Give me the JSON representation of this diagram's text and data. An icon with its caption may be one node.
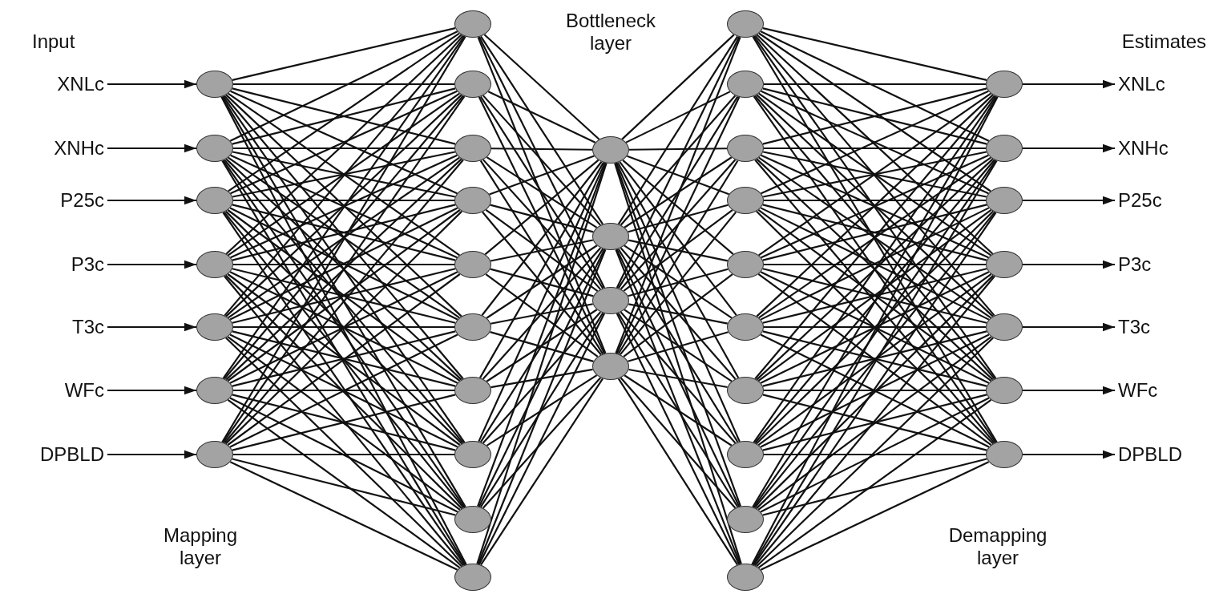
{
  "diagram": {
    "nodes": [
      {
        "text": [
          "XNLc"
        ]
      },
      {
        "text": [
          "XNHc"
        ]
      },
      {
        "text": [
          "P25c"
        ]
      },
      {
        "text": [
          "P3c"
        ]
      },
      {
        "text": [
          "T3c"
        ]
      },
      {
        "text": [
          "WFc"
        ]
      },
      {
        "text": [
          "DPBLD"
        ]
      },
      {
        "text": [],
        "shape": "circle"
      },
      {
        "text": [],
        "shape": "circle"
      },
      {
        "text": [],
        "shape": "circle"
      },
      {
        "text": [],
        "shape": "circle"
      },
      {
        "text": [],
        "shape": "circle"
      },
      {
        "text": [],
        "shape": "circle"
      },
      {
        "text": [],
        "shape": "circle"
      },
      {
        "text": [],
        "shape": "circle"
      },
      {
        "text": [],
        "shape": "circle"
      },
      {
        "text": [],
        "shape": "circle"
      },
      {
        "text": [],
        "shape": "circle"
      },
      {
        "text": [],
        "shape": "circle"
      },
      {
        "text": [],
        "shape": "circle"
      },
      {
        "text": [],
        "shape": "circle"
      },
      {
        "text": [],
        "shape": "circle"
      },
      {
        "text": [],
        "shape": "circle"
      },
      {
        "text": [],
        "shape": "circle"
      },
      {
        "text": [],
        "shape": "circle"
      },
      {
        "text": [],
        "shape": "circle"
      },
      {
        "text": [],
        "shape": "circle"
      },
      {
        "text": [],
        "shape": "circle"
      },
      {
        "text": [],
        "shape": "circle"
      },
      {
        "text": [],
        "shape": "circle"
      },
      {
        "text": [],
        "shape": "circle"
      },
      {
        "text": [],
        "shape": "circle"
      },
      {
        "text": [],
        "shape": "circle"
      },
      {
        "text": [],
        "shape": "circle"
      },
      {
        "text": [],
        "shape": "circle"
      },
      {
        "text": [],
        "shape": "circle"
      },
      {
        "text": [],
        "shape": "circle"
      },
      {
        "text": [],
        "shape": "circle"
      },
      {
        "text": [],
        "shape": "circle"
      },
      {
        "text": [],
        "shape": "circle"
      },
      {
        "text": [],
        "shape": "circle"
      },
      {
        "text": [],
        "shape": "circle"
      },
      {
        "text": [],
        "shape": "circle"
      },
      {
        "text": [],
        "shape": "circle"
      },
      {
        "text": [],
        "shape": "circle"
      },
      {
        "text": [
          "XNLc"
        ]
      },
      {
        "text": [
          "XNHc"
        ]
      },
      {
        "text": [
          "P25c"
        ]
      },
      {
        "text": [
          "P3c"
        ]
      },
      {
        "text": [
          "T3c"
        ]
      },
      {
        "text": [
          "WFc"
        ]
      },
      {
        "text": [
          "DPBLD"
        ]
      }
    ],
    "edges": [
      {
        "from": 0,
        "to": 7,
        "arrow": "to"
      },
      {
        "from": 1,
        "to": 8,
        "arrow": "to"
      },
      {
        "from": 2,
        "to": 9,
        "arrow": "to"
      },
      {
        "from": 3,
        "to": 10,
        "arrow": "to"
      },
      {
        "from": 4,
        "to": 11,
        "arrow": "to"
      },
      {
        "from": 5,
        "to": 12,
        "arrow": "to"
      },
      {
        "from": 6,
        "to": 13,
        "arrow": "to"
      },
      {
        "from": 7,
        "to": 14,
        "arrow": "none"
      },
      {
        "from": 7,
        "to": 15,
        "arrow": "none"
      },
      {
        "from": 7,
        "to": 16,
        "arrow": "none"
      },
      {
        "from": 7,
        "to": 17,
        "arrow": "none"
      },
      {
        "from": 7,
        "to": 18,
        "arrow": "none"
      },
      {
        "from": 7,
        "to": 19,
        "arrow": "none"
      },
      {
        "from": 7,
        "to": 20,
        "arrow": "none"
      },
      {
        "from": 7,
        "to": 21,
        "arrow": "none"
      },
      {
        "from": 7,
        "to": 22,
        "arrow": "none"
      },
      {
        "from": 7,
        "to": 23,
        "arrow": "none"
      },
      {
        "from": 8,
        "to": 14,
        "arrow": "none"
      },
      {
        "from": 8,
        "to": 15,
        "arrow": "none"
      },
      {
        "from": 8,
        "to": 16,
        "arrow": "none"
      },
      {
        "from": 8,
        "to": 17,
        "arrow": "none"
      },
      {
        "from": 8,
        "to": 18,
        "arrow": "none"
      },
      {
        "from": 8,
        "to": 19,
        "arrow": "none"
      },
      {
        "from": 8,
        "to": 20,
        "arrow": "none"
      },
      {
        "from": 8,
        "to": 21,
        "arrow": "none"
      },
      {
        "from": 8,
        "to": 22,
        "arrow": "none"
      },
      {
        "from": 8,
        "to": 23,
        "arrow": "none"
      },
      {
        "from": 9,
        "to": 14,
        "arrow": "none"
      },
      {
        "from": 9,
        "to": 15,
        "arrow": "none"
      },
      {
        "from": 9,
        "to": 16,
        "arrow": "none"
      },
      {
        "from": 9,
        "to": 17,
        "arrow": "none"
      },
      {
        "from": 9,
        "to": 18,
        "arrow": "none"
      },
      {
        "from": 9,
        "to": 19,
        "arrow": "none"
      },
      {
        "from": 9,
        "to": 20,
        "arrow": "none"
      },
      {
        "from": 9,
        "to": 21,
        "arrow": "none"
      },
      {
        "from": 9,
        "to": 22,
        "arrow": "none"
      },
      {
        "from": 9,
        "to": 23,
        "arrow": "none"
      },
      {
        "from": 10,
        "to": 14,
        "arrow": "none"
      },
      {
        "from": 10,
        "to": 15,
        "arrow": "none"
      },
      {
        "from": 10,
        "to": 16,
        "arrow": "none"
      },
      {
        "from": 10,
        "to": 17,
        "arrow": "none"
      },
      {
        "from": 10,
        "to": 18,
        "arrow": "none"
      },
      {
        "from": 10,
        "to": 19,
        "arrow": "none"
      },
      {
        "from": 10,
        "to": 20,
        "arrow": "none"
      },
      {
        "from": 10,
        "to": 21,
        "arrow": "none"
      },
      {
        "from": 10,
        "to": 22,
        "arrow": "none"
      },
      {
        "from": 10,
        "to": 23,
        "arrow": "none"
      },
      {
        "from": 11,
        "to": 14,
        "arrow": "none"
      },
      {
        "from": 11,
        "to": 15,
        "arrow": "none"
      },
      {
        "from": 11,
        "to": 16,
        "arrow": "none"
      },
      {
        "from": 11,
        "to": 17,
        "arrow": "none"
      },
      {
        "from": 11,
        "to": 18,
        "arrow": "none"
      },
      {
        "from": 11,
        "to": 19,
        "arrow": "none"
      },
      {
        "from": 11,
        "to": 20,
        "arrow": "none"
      },
      {
        "from": 11,
        "to": 21,
        "arrow": "none"
      },
      {
        "from": 11,
        "to": 22,
        "arrow": "none"
      },
      {
        "from": 11,
        "to": 23,
        "arrow": "none"
      },
      {
        "from": 12,
        "to": 14,
        "arrow": "none"
      },
      {
        "from": 12,
        "to": 15,
        "arrow": "none"
      },
      {
        "from": 12,
        "to": 16,
        "arrow": "none"
      },
      {
        "from": 12,
        "to": 17,
        "arrow": "none"
      },
      {
        "from": 12,
        "to": 18,
        "arrow": "none"
      },
      {
        "from": 12,
        "to": 19,
        "arrow": "none"
      },
      {
        "from": 12,
        "to": 20,
        "arrow": "none"
      },
      {
        "from": 12,
        "to": 21,
        "arrow": "none"
      },
      {
        "from": 12,
        "to": 22,
        "arrow": "none"
      },
      {
        "from": 12,
        "to": 23,
        "arrow": "none"
      },
      {
        "from": 13,
        "to": 14,
        "arrow": "none"
      },
      {
        "from": 13,
        "to": 15,
        "arrow": "none"
      },
      {
        "from": 13,
        "to": 16,
        "arrow": "none"
      },
      {
        "from": 13,
        "to": 17,
        "arrow": "none"
      },
      {
        "from": 13,
        "to": 18,
        "arrow": "none"
      },
      {
        "from": 13,
        "to": 19,
        "arrow": "none"
      },
      {
        "from": 13,
        "to": 20,
        "arrow": "none"
      },
      {
        "from": 13,
        "to": 21,
        "arrow": "none"
      },
      {
        "from": 13,
        "to": 22,
        "arrow": "none"
      },
      {
        "from": 13,
        "to": 23,
        "arrow": "none"
      },
      {
        "from": 14,
        "to": 24,
        "arrow": "none"
      },
      {
        "from": 14,
        "to": 25,
        "arrow": "none"
      },
      {
        "from": 14,
        "to": 26,
        "arrow": "none"
      },
      {
        "from": 14,
        "to": 27,
        "arrow": "none"
      },
      {
        "from": 15,
        "to": 24,
        "arrow": "none"
      },
      {
        "from": 15,
        "to": 25,
        "arrow": "none"
      },
      {
        "from": 15,
        "to": 26,
        "arrow": "none"
      },
      {
        "from": 15,
        "to": 27,
        "arrow": "none"
      },
      {
        "from": 16,
        "to": 24,
        "arrow": "none"
      },
      {
        "from": 16,
        "to": 25,
        "arrow": "none"
      },
      {
        "from": 16,
        "to": 26,
        "arrow": "none"
      },
      {
        "from": 16,
        "to": 27,
        "arrow": "none"
      },
      {
        "from": 17,
        "to": 24,
        "arrow": "none"
      },
      {
        "from": 17,
        "to": 25,
        "arrow": "none"
      },
      {
        "from": 17,
        "to": 26,
        "arrow": "none"
      },
      {
        "from": 17,
        "to": 27,
        "arrow": "none"
      },
      {
        "from": 18,
        "to": 24,
        "arrow": "none"
      },
      {
        "from": 18,
        "to": 25,
        "arrow": "none"
      },
      {
        "from": 18,
        "to": 26,
        "arrow": "none"
      },
      {
        "from": 18,
        "to": 27,
        "arrow": "none"
      },
      {
        "from": 19,
        "to": 24,
        "arrow": "none"
      },
      {
        "from": 19,
        "to": 25,
        "arrow": "none"
      },
      {
        "from": 19,
        "to": 26,
        "arrow": "none"
      },
      {
        "from": 19,
        "to": 27,
        "arrow": "none"
      },
      {
        "from": 20,
        "to": 24,
        "arrow": "none"
      },
      {
        "from": 20,
        "to": 25,
        "arrow": "none"
      },
      {
        "from": 20,
        "to": 26,
        "arrow": "none"
      },
      {
        "from": 20,
        "to": 27,
        "arrow": "none"
      },
      {
        "from": 21,
        "to": 24,
        "arrow": "none"
      },
      {
        "from": 21,
        "to": 25,
        "arrow": "none"
      },
      {
        "from": 21,
        "to": 26,
        "arrow": "none"
      },
      {
        "from": 21,
        "to": 27,
        "arrow": "none"
      },
      {
        "from": 22,
        "to": 24,
        "arrow": "none"
      },
      {
        "from": 22,
        "to": 25,
        "arrow": "none"
      },
      {
        "from": 22,
        "to": 26,
        "arrow": "none"
      },
      {
        "from": 22,
        "to": 27,
        "arrow": "none"
      },
      {
        "from": 23,
        "to": 24,
        "arrow": "none"
      },
      {
        "from": 23,
        "to": 25,
        "arrow": "none"
      },
      {
        "from": 23,
        "to": 26,
        "arrow": "none"
      },
      {
        "from": 23,
        "to": 27,
        "arrow": "none"
      },
      {
        "from": 24,
        "to": 28,
        "arrow": "none"
      },
      {
        "from": 24,
        "to": 29,
        "arrow": "none"
      },
      {
        "from": 24,
        "to": 30,
        "arrow": "none"
      },
      {
        "from": 24,
        "to": 31,
        "arrow": "none"
      },
      {
        "from": 24,
        "to": 32,
        "arrow": "none"
      },
      {
        "from": 24,
        "to": 33,
        "arrow": "none"
      },
      {
        "from": 24,
        "to": 34,
        "arrow": "none"
      },
      {
        "from": 24,
        "to": 35,
        "arrow": "none"
      },
      {
        "from": 24,
        "to": 36,
        "arrow": "none"
      },
      {
        "from": 24,
        "to": 37,
        "arrow": "none"
      },
      {
        "from": 25,
        "to": 28,
        "arrow": "none"
      },
      {
        "from": 25,
        "to": 29,
        "arrow": "none"
      },
      {
        "from": 25,
        "to": 30,
        "arrow": "none"
      },
      {
        "from": 25,
        "to": 31,
        "arrow": "none"
      },
      {
        "from": 25,
        "to": 32,
        "arrow": "none"
      },
      {
        "from": 25,
        "to": 33,
        "arrow": "none"
      },
      {
        "from": 25,
        "to": 34,
        "arrow": "none"
      },
      {
        "from": 25,
        "to": 35,
        "arrow": "none"
      },
      {
        "from": 25,
        "to": 36,
        "arrow": "none"
      },
      {
        "from": 25,
        "to": 37,
        "arrow": "none"
      },
      {
        "from": 26,
        "to": 28,
        "arrow": "none"
      },
      {
        "from": 26,
        "to": 29,
        "arrow": "none"
      },
      {
        "from": 26,
        "to": 30,
        "arrow": "none"
      },
      {
        "from": 26,
        "to": 31,
        "arrow": "none"
      },
      {
        "from": 26,
        "to": 32,
        "arrow": "none"
      },
      {
        "from": 26,
        "to": 33,
        "arrow": "none"
      },
      {
        "from": 26,
        "to": 34,
        "arrow": "none"
      },
      {
        "from": 26,
        "to": 35,
        "arrow": "none"
      },
      {
        "from": 26,
        "to": 36,
        "arrow": "none"
      },
      {
        "from": 26,
        "to": 37,
        "arrow": "none"
      },
      {
        "from": 27,
        "to": 28,
        "arrow": "none"
      },
      {
        "from": 27,
        "to": 29,
        "arrow": "none"
      },
      {
        "from": 27,
        "to": 30,
        "arrow": "none"
      },
      {
        "from": 27,
        "to": 31,
        "arrow": "none"
      },
      {
        "from": 27,
        "to": 32,
        "arrow": "none"
      },
      {
        "from": 27,
        "to": 33,
        "arrow": "none"
      },
      {
        "from": 27,
        "to": 34,
        "arrow": "none"
      },
      {
        "from": 27,
        "to": 35,
        "arrow": "none"
      },
      {
        "from": 27,
        "to": 36,
        "arrow": "none"
      },
      {
        "from": 27,
        "to": 37,
        "arrow": "none"
      },
      {
        "from": 28,
        "to": 38,
        "arrow": "none"
      },
      {
        "from": 28,
        "to": 39,
        "arrow": "none"
      },
      {
        "from": 28,
        "to": 40,
        "arrow": "none"
      },
      {
        "from": 28,
        "to": 41,
        "arrow": "none"
      },
      {
        "from": 28,
        "to": 42,
        "arrow": "none"
      },
      {
        "from": 28,
        "to": 43,
        "arrow": "none"
      },
      {
        "from": 28,
        "to": 44,
        "arrow": "none"
      },
      {
        "from": 29,
        "to": 38,
        "arrow": "none"
      },
      {
        "from": 29,
        "to": 39,
        "arrow": "none"
      },
      {
        "from": 29,
        "to": 40,
        "arrow": "none"
      },
      {
        "from": 29,
        "to": 41,
        "arrow": "none"
      },
      {
        "from": 29,
        "to": 42,
        "arrow": "none"
      },
      {
        "from": 29,
        "to": 43,
        "arrow": "none"
      },
      {
        "from": 29,
        "to": 44,
        "arrow": "none"
      },
      {
        "from": 30,
        "to": 38,
        "arrow": "none"
      },
      {
        "from": 30,
        "to": 39,
        "arrow": "none"
      },
      {
        "from": 30,
        "to": 40,
        "arrow": "none"
      },
      {
        "from": 30,
        "to": 41,
        "arrow": "none"
      },
      {
        "from": 30,
        "to": 42,
        "arrow": "none"
      },
      {
        "from": 30,
        "to": 43,
        "arrow": "none"
      },
      {
        "from": 30,
        "to": 44,
        "arrow": "none"
      },
      {
        "from": 31,
        "to": 38,
        "arrow": "none"
      },
      {
        "from": 31,
        "to": 39,
        "arrow": "none"
      },
      {
        "from": 31,
        "to": 40,
        "arrow": "none"
      },
      {
        "from": 31,
        "to": 41,
        "arrow": "none"
      },
      {
        "from": 31,
        "to": 42,
        "arrow": "none"
      },
      {
        "from": 31,
        "to": 43,
        "arrow": "none"
      },
      {
        "from": 31,
        "to": 44,
        "arrow": "none"
      },
      {
        "from": 32,
        "to": 38,
        "arrow": "none"
      },
      {
        "from": 32,
        "to": 39,
        "arrow": "none"
      },
      {
        "from": 32,
        "to": 40,
        "arrow": "none"
      },
      {
        "from": 32,
        "to": 41,
        "arrow": "none"
      },
      {
        "from": 32,
        "to": 42,
        "arrow": "none"
      },
      {
        "from": 32,
        "to": 43,
        "arrow": "none"
      },
      {
        "from": 32,
        "to": 44,
        "arrow": "none"
      },
      {
        "from": 33,
        "to": 38,
        "arrow": "none"
      },
      {
        "from": 33,
        "to": 39,
        "arrow": "none"
      },
      {
        "from": 33,
        "to": 40,
        "arrow": "none"
      },
      {
        "from": 33,
        "to": 41,
        "arrow": "none"
      },
      {
        "from": 33,
        "to": 42,
        "arrow": "none"
      },
      {
        "from": 33,
        "to": 43,
        "arrow": "none"
      },
      {
        "from": 33,
        "to": 44,
        "arrow": "none"
      },
      {
        "from": 34,
        "to": 38,
        "arrow": "none"
      },
      {
        "from": 34,
        "to": 39,
        "arrow": "none"
      },
      {
        "from": 34,
        "to": 40,
        "arrow": "none"
      },
      {
        "from": 34,
        "to": 41,
        "arrow": "none"
      },
      {
        "from": 34,
        "to": 42,
        "arrow": "none"
      },
      {
        "from": 34,
        "to": 43,
        "arrow": "none"
      },
      {
        "from": 34,
        "to": 44,
        "arrow": "none"
      },
      {
        "from": 35,
        "to": 38,
        "arrow": "none"
      },
      {
        "from": 35,
        "to": 39,
        "arrow": "none"
      },
      {
        "from": 35,
        "to": 40,
        "arrow": "none"
      },
      {
        "from": 35,
        "to": 41,
        "arrow": "none"
      },
      {
        "from": 35,
        "to": 42,
        "arrow": "none"
      },
      {
        "from": 35,
        "to": 43,
        "arrow": "none"
      },
      {
        "from": 35,
        "to": 44,
        "arrow": "none"
      },
      {
        "from": 36,
        "to": 38,
        "arrow": "none"
      },
      {
        "from": 36,
        "to": 39,
        "arrow": "none"
      },
      {
        "from": 36,
        "to": 40,
        "arrow": "none"
      },
      {
        "from": 36,
        "to": 41,
        "arrow": "none"
      },
      {
        "from": 36,
        "to": 42,
        "arrow": "none"
      },
      {
        "from": 36,
        "to": 43,
        "arrow": "none"
      },
      {
        "from": 36,
        "to": 44,
        "arrow": "none"
      },
      {
        "from": 37,
        "to": 38,
        "arrow": "none"
      },
      {
        "from": 37,
        "to": 39,
        "arrow": "none"
      },
      {
        "from": 37,
        "to": 40,
        "arrow": "none"
      },
      {
        "from": 37,
        "to": 41,
        "arrow": "none"
      },
      {
        "from": 37,
        "to": 42,
        "arrow": "none"
      },
      {
        "from": 37,
        "to": 43,
        "arrow": "none"
      },
      {
        "from": 37,
        "to": 44,
        "arrow": "none"
      },
      {
        "from": 38,
        "to": 45,
        "arrow": "to"
      },
      {
        "from": 39,
        "to": 46,
        "arrow": "to"
      },
      {
        "from": 40,
        "to": 47,
        "arrow": "to"
      },
      {
        "from": 41,
        "to": 48,
        "arrow": "to"
      },
      {
        "from": 42,
        "to": 49,
        "arrow": "to"
      },
      {
        "from": 43,
        "to": 50,
        "arrow": "to"
      },
      {
        "from": 44,
        "to": 51,
        "arrow": "to"
      }
    ],
    "labels": [
      "Input",
      "Bottleneck layer",
      "Estimates",
      "Mapping layer",
      "Demapping layer"
    ]
  }
}
